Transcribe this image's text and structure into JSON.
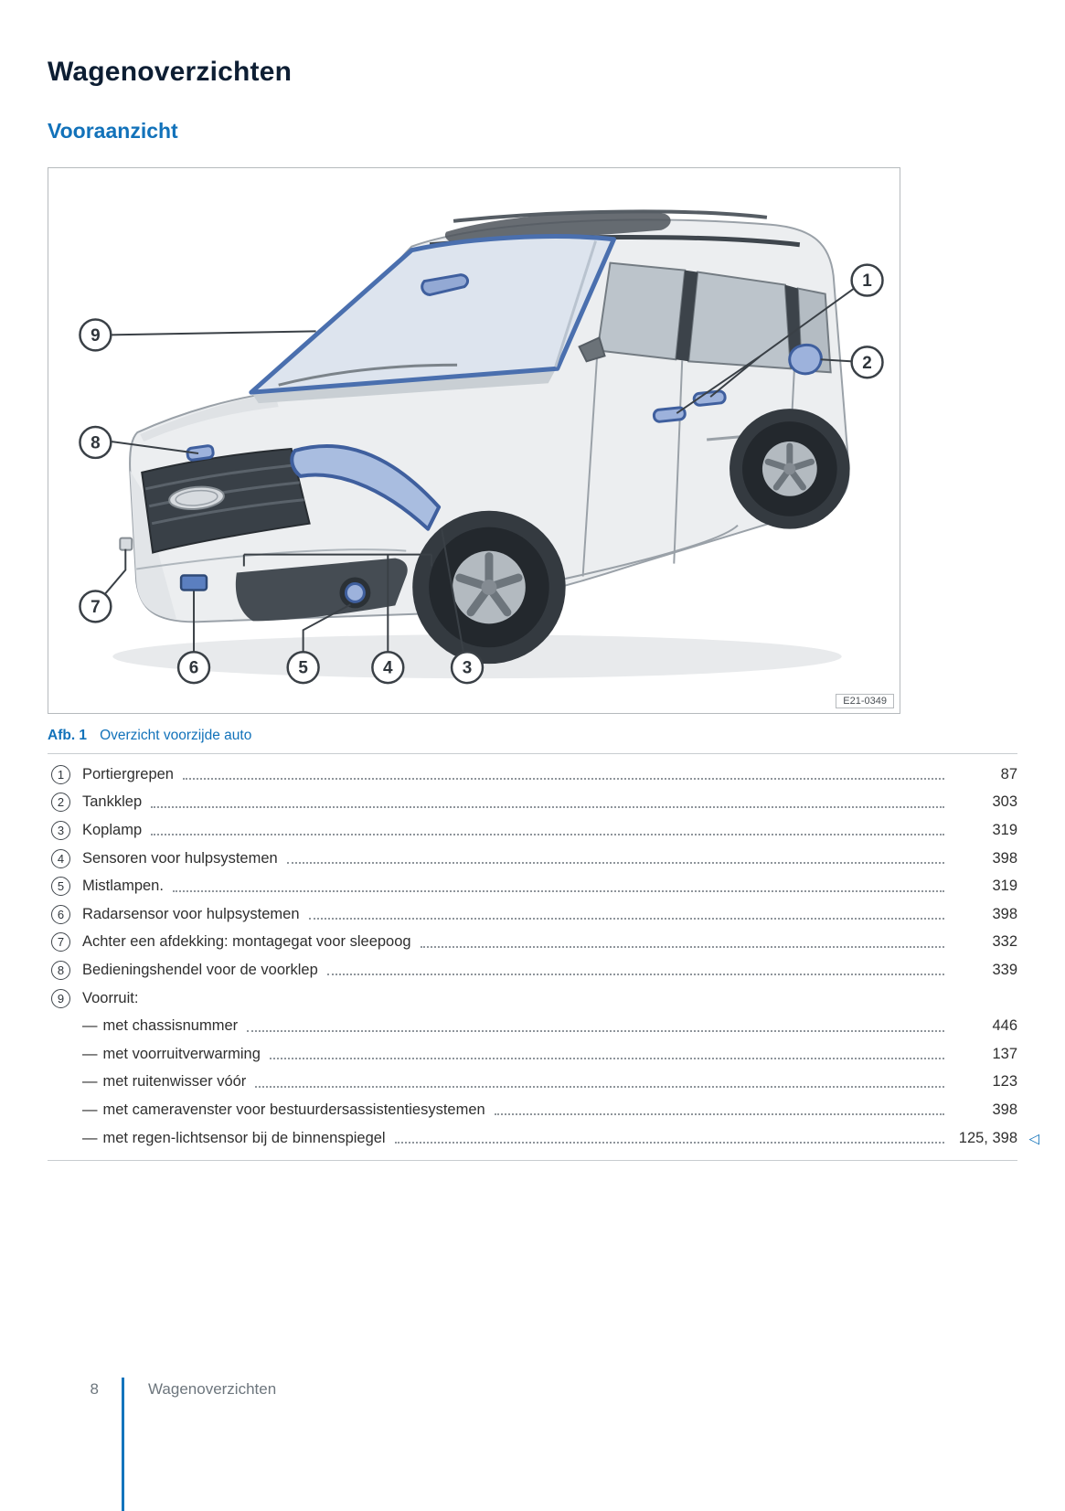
{
  "page": {
    "title": "Wagenoverzichten",
    "section_heading": "Vooraanzicht",
    "figure": {
      "caption_label": "Afb. 1",
      "caption_text": "Overzicht voorzijde auto",
      "image_code": "E21-0349",
      "callouts": [
        "1",
        "2",
        "3",
        "4",
        "5",
        "6",
        "7",
        "8",
        "9"
      ]
    },
    "legend": {
      "items": [
        {
          "num": "1",
          "label": "Portiergrepen",
          "page": "87"
        },
        {
          "num": "2",
          "label": "Tankklep",
          "page": "303"
        },
        {
          "num": "3",
          "label": "Koplamp",
          "page": "319"
        },
        {
          "num": "4",
          "label": "Sensoren voor hulpsystemen",
          "page": "398"
        },
        {
          "num": "5",
          "label": "Mistlampen.",
          "page": "319"
        },
        {
          "num": "6",
          "label": "Radarsensor voor hulpsystemen",
          "page": "398"
        },
        {
          "num": "7",
          "label": "Achter een afdekking: montagegat voor sleepoog",
          "page": "332"
        },
        {
          "num": "8",
          "label": "Bedieningshendel voor de voorklep",
          "page": "339"
        },
        {
          "num": "9",
          "label": "Voorruit:",
          "page": ""
        }
      ],
      "subitems": [
        {
          "dash": "—",
          "label": "met chassisnummer",
          "page": "446"
        },
        {
          "dash": "—",
          "label": "met voorruitverwarming",
          "page": "137"
        },
        {
          "dash": "—",
          "label": "met ruitenwisser vóór",
          "page": "123"
        },
        {
          "dash": "—",
          "label": "met cameravenster voor bestuurdersassistentiesystemen",
          "page": "398"
        },
        {
          "dash": "—",
          "label": "met regen-lichtsensor bij de binnenspiegel",
          "page": "125, 398"
        }
      ],
      "nav_triangle": "◁"
    },
    "footer": {
      "page_number": "8",
      "section_label": "Wagenoverzichten"
    },
    "colors": {
      "heading_blue": "#1272ba",
      "title_navy": "#0d1e33",
      "highlight_blue": "#3f5f9e",
      "footer_rule_blue": "#1374bc",
      "callout_stroke": "#3a4046"
    }
  }
}
